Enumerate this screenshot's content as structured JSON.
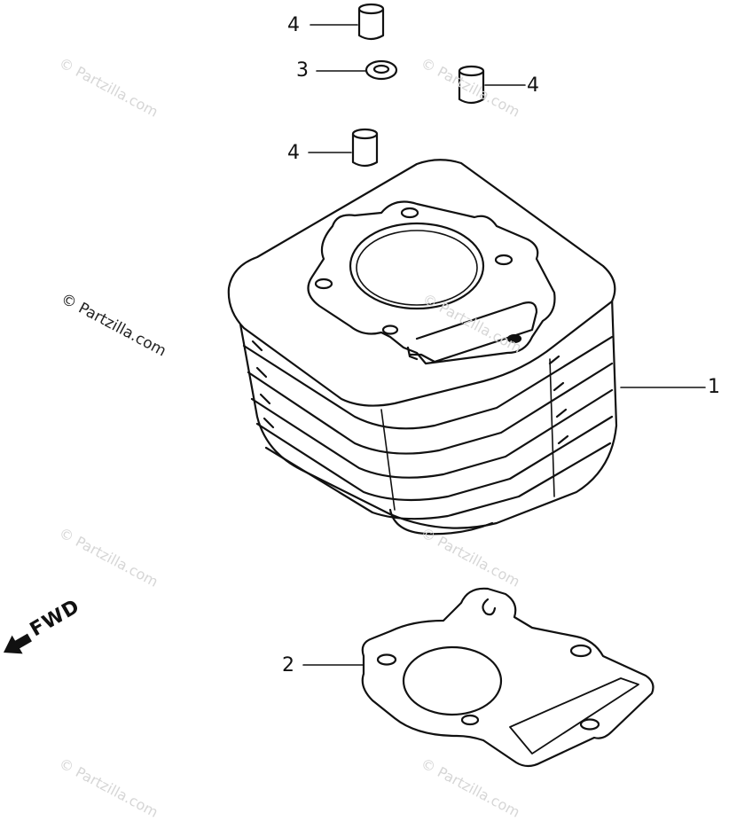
{
  "watermark": {
    "text": "© Partzilla.com",
    "faint_color": "#d6d6d6",
    "dark_color": "#222222"
  },
  "callouts": {
    "cylinder": "1",
    "gasket": "2",
    "o_ring": "3",
    "dowel_top": "4",
    "dowel_right": "4",
    "dowel_mid": "4"
  },
  "direction": {
    "label": "FWD",
    "icon": "arrow-left-icon"
  },
  "colors": {
    "line": "#111111",
    "background": "#ffffff"
  }
}
